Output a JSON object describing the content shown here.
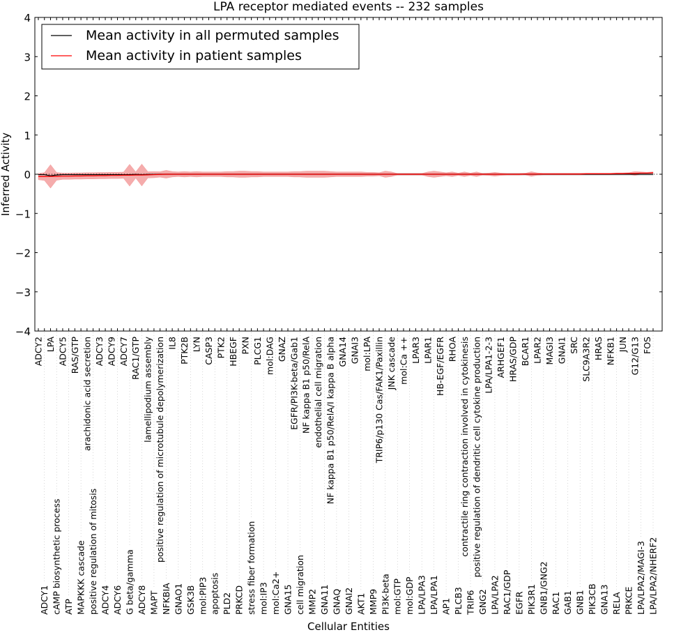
{
  "chart_data": {
    "type": "line",
    "title": "LPA receptor mediated events -- 232 samples",
    "xlabel": "Cellular Entities",
    "ylabel": "Inferred Activity",
    "ylim": [
      -4,
      4
    ],
    "yticks": [
      -4,
      -3,
      -2,
      -1,
      0,
      1,
      2,
      3,
      4
    ],
    "grid": false,
    "legend_placement": "top-left",
    "colors": {
      "patient": "#ff0000",
      "permuted": "#000000",
      "patient_band": "#f08080",
      "permuted_band": "#c8c8c8"
    },
    "categories": [
      "ADCY2",
      "ADCY1",
      "LPA",
      "cAMP biosynthetic process",
      "ADCY5",
      "ATP",
      "RAS/GTP",
      "MAPKKK cascade",
      "arachidonic acid secretion",
      "positive regulation of mitosis",
      "ADCY3",
      "ADCY4",
      "ADCY9",
      "ADCY6",
      "ADCY7",
      "G beta/gamma",
      "RAC1/GTP",
      "ADCY8",
      "lamellipodium assembly",
      "MAPT",
      "positive regulation of microtubule depolymerization",
      "NFKBIA",
      "IL8",
      "GNAO1",
      "PTK2B",
      "GSK3B",
      "LYN",
      "mol:PIP3",
      "CASP3",
      "apoptosis",
      "PTK2",
      "PLD2",
      "HBEGF",
      "PRKCD",
      "PXN",
      "stress fiber formation",
      "PLCG1",
      "mol:IP3",
      "mol:DAG",
      "mol:Ca2+",
      "GNAZ",
      "GNA15",
      "EGFR/PI3K-beta/Gab1",
      "cell migration",
      "NF kappa B1 p50/RelA",
      "MMP2",
      "endothelial cell migration",
      "GNA11",
      "NF kappa B1 p50/RelA/I kappa B alpha",
      "GNAQ",
      "GNA14",
      "GNAI2",
      "GNAI3",
      "AKT1",
      "mol:LPA",
      "MMP9",
      "TRIP6/p130 Cas/FAK1/Paxillin",
      "PI3K-beta",
      "JNK cascade",
      "mol:GTP",
      "mol:Ca ++",
      "mol:GDP",
      "LPAR3",
      "LPA/LPA3",
      "LPAR1",
      "LPA/LPA1",
      "HB-EGF/EGFR",
      "AP1",
      "RHOA",
      "PLCB3",
      "contractile ring contraction involved in cytokinesis",
      "TRIP6",
      "positive regulation of dendritic cell cytokine production",
      "GNG2",
      "LPA/LPA1-2-3",
      "LPA/LPA2",
      "ARHGEF1",
      "RAC1/GDP",
      "HRAS/GDP",
      "EGFR",
      "BCAR1",
      "PIK3R1",
      "LPAR2",
      "GNB1/GNG2",
      "MAGI3",
      "RAC1",
      "GNAI1",
      "GAB1",
      "SRC",
      "GNB1",
      "SLC9A3R2",
      "PIK3CB",
      "HRAS",
      "GNA13",
      "NFKB1",
      "RELA",
      "JUN",
      "PRKCE",
      "G12/G13",
      "LPA/LPA2/MAGI-3",
      "FOS",
      "LPA/LPA2/NHERF2"
    ],
    "series": [
      {
        "name": "Mean activity in all permuted samples",
        "values": [
          -0.01,
          -0.01,
          -0.04,
          -0.02,
          -0.01,
          -0.01,
          -0.01,
          -0.01,
          -0.01,
          -0.01,
          -0.01,
          -0.01,
          -0.01,
          -0.01,
          -0.01,
          -0.01,
          -0.005,
          -0.01,
          -0.005,
          -0.005,
          0,
          0,
          0,
          0,
          0,
          0,
          0,
          0,
          0,
          0,
          0,
          0,
          0,
          0,
          0,
          0,
          0,
          0,
          0,
          0,
          0,
          0,
          0,
          0,
          0,
          0,
          0,
          0,
          0,
          0,
          0,
          0,
          0,
          0,
          0,
          0,
          0,
          0,
          0,
          0,
          0,
          0,
          0,
          0,
          0,
          0,
          0,
          0,
          0,
          0,
          0,
          0,
          0,
          0,
          0,
          0,
          0,
          0,
          0,
          0,
          0,
          0,
          0,
          0,
          0,
          0,
          0,
          0,
          0,
          0,
          0,
          0,
          0,
          0,
          0,
          0,
          0,
          0,
          0,
          0,
          0,
          0
        ],
        "spread": 0.03
      },
      {
        "name": "Mean activity in patient samples",
        "values": [
          -0.06,
          -0.06,
          -0.055,
          -0.055,
          -0.05,
          -0.05,
          -0.045,
          -0.045,
          -0.04,
          -0.04,
          -0.035,
          -0.035,
          -0.03,
          -0.03,
          -0.025,
          -0.025,
          -0.02,
          -0.02,
          -0.015,
          -0.01,
          -0.005,
          0,
          0,
          0,
          0,
          0,
          0,
          0,
          0,
          0,
          0,
          0,
          0,
          0,
          0,
          0,
          0,
          0,
          0,
          0,
          0,
          0,
          0,
          0,
          0,
          0,
          0,
          0,
          0,
          0,
          0,
          0,
          0,
          0,
          0,
          0,
          0,
          0,
          0,
          0,
          0,
          0,
          0,
          0,
          0,
          0,
          0,
          0,
          0,
          0,
          0,
          0,
          0,
          0,
          0,
          0,
          0,
          0,
          0,
          0,
          0.005,
          0.005,
          0.005,
          0.005,
          0.005,
          0.005,
          0.005,
          0.005,
          0.005,
          0.005,
          0.01,
          0.01,
          0.01,
          0.01,
          0.01,
          0.015,
          0.015,
          0.02,
          0.02,
          0.03,
          0.03,
          0.04
        ],
        "spread": [
          0.08,
          0.1,
          0.3,
          0.1,
          0.08,
          0.08,
          0.08,
          0.08,
          0.08,
          0.08,
          0.08,
          0.08,
          0.08,
          0.08,
          0.08,
          0.28,
          0.08,
          0.28,
          0.08,
          0.08,
          0.07,
          0.1,
          0.07,
          0.06,
          0.07,
          0.06,
          0.07,
          0.06,
          0.06,
          0.06,
          0.06,
          0.07,
          0.07,
          0.08,
          0.08,
          0.07,
          0.07,
          0.06,
          0.06,
          0.06,
          0.06,
          0.06,
          0.07,
          0.07,
          0.08,
          0.08,
          0.08,
          0.08,
          0.07,
          0.06,
          0.06,
          0.06,
          0.06,
          0.06,
          0.05,
          0.05,
          0.04,
          0.08,
          0.06,
          0.02,
          0.02,
          0.02,
          0.02,
          0.02,
          0.06,
          0.08,
          0.06,
          0.04,
          0.06,
          0.03,
          0.06,
          0.03,
          0.06,
          0.02,
          0.03,
          0.05,
          0.03,
          0.02,
          0.02,
          0.02,
          0.02,
          0.06,
          0.03,
          0.02,
          0.02,
          0.02,
          0.02,
          0.02,
          0.02,
          0.02,
          0.02,
          0.02,
          0.02,
          0.02,
          0.02,
          0.02,
          0.02,
          0.02,
          0.05,
          0.03,
          0.02,
          0.02
        ]
      }
    ]
  }
}
